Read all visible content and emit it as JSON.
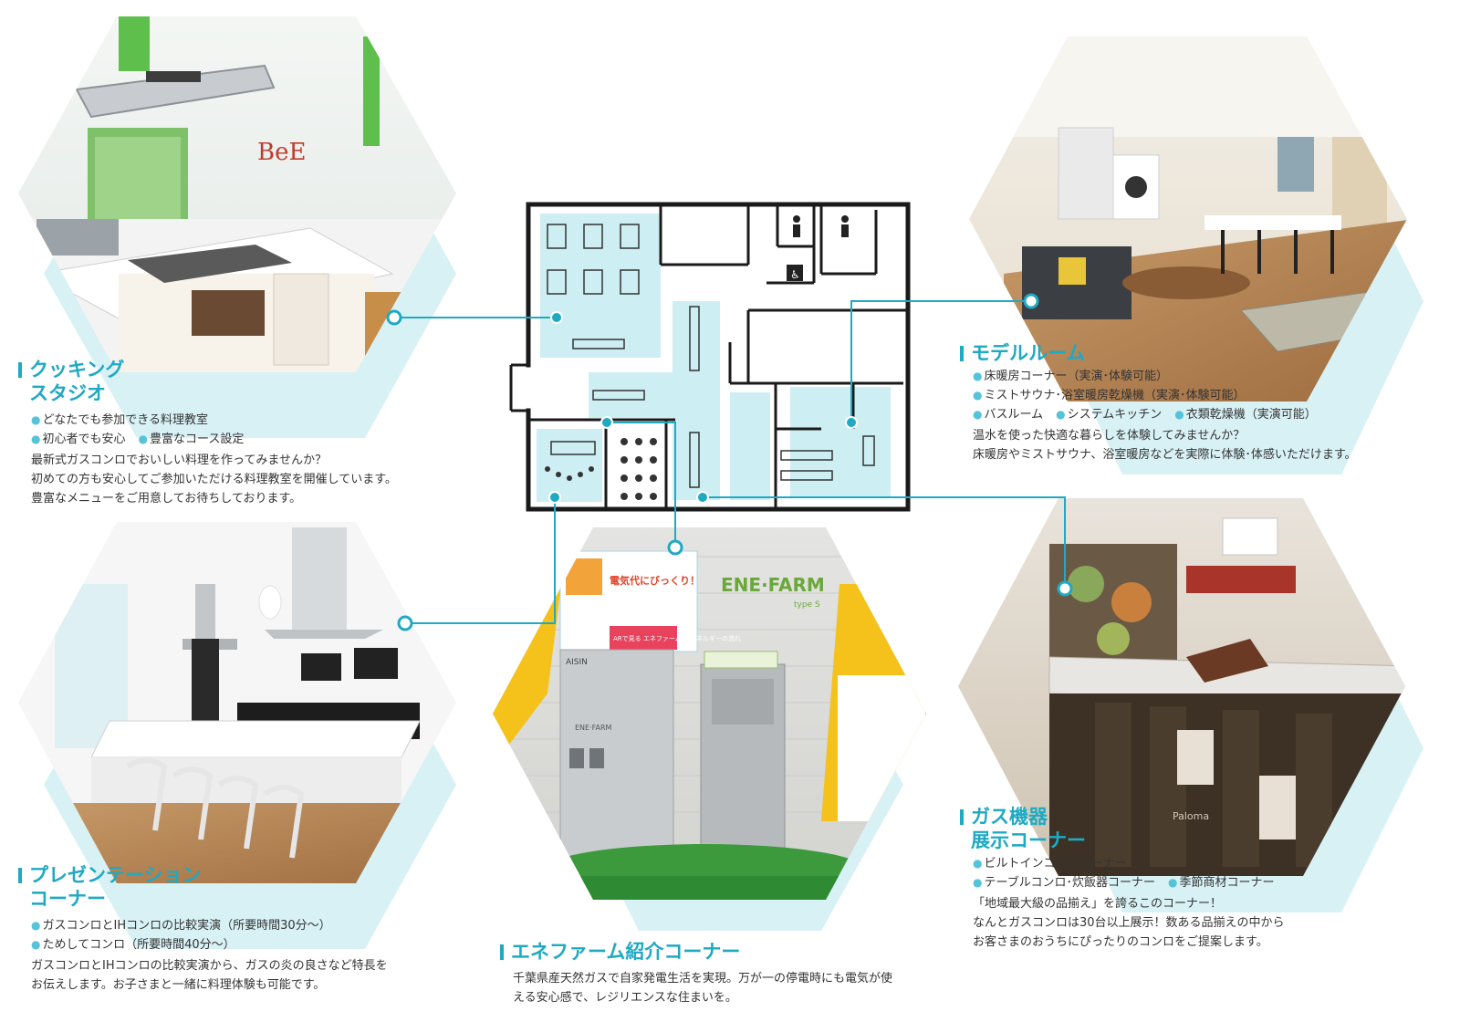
{
  "sections": {
    "cooking": {
      "title_lines": [
        "クッキング",
        "スタジオ"
      ],
      "feature_rows": [
        [
          "どなたでも参加できる料理教室"
        ],
        [
          "初心者でも安心",
          "豊富なコース設定"
        ]
      ],
      "desc_lines": [
        "最新式ガスコンロでおいしい料理を作ってみませんか？",
        "初めての方も安心してご参加いただける料理教室を開催しています。",
        "豊富なメニューをご用意してお待ちしております。"
      ]
    },
    "presentation": {
      "title_lines": [
        "プレゼンテーション",
        "コーナー"
      ],
      "feature_rows": [
        [
          "ガスコンロとIHコンロの比較実演（所要時間30分～）"
        ],
        [
          "ためしてコンロ（所要時間40分～）"
        ]
      ],
      "desc_lines": [
        "ガスコンロとIHコンロの比較実演から、ガスの炎の良さなど特長を",
        "お伝えします。お子さまと一緒に料理体験も可能です。"
      ]
    },
    "enefarm": {
      "title_lines": [
        "エネファーム紹介コーナー"
      ],
      "feature_rows": [],
      "desc_lines": [
        "千葉県産天然ガスで自家発電生活を実現。万が一の停電時にも電気が使",
        "える安心感で、レジリエンスな住まいを。"
      ]
    },
    "model": {
      "title_lines": [
        "モデルルーム"
      ],
      "feature_rows": [
        [
          "床暖房コーナー（実演･体験可能）"
        ],
        [
          "ミストサウナ･浴室暖房乾燥機（実演･体験可能）"
        ],
        [
          "バスルーム",
          "システムキッチン",
          "衣類乾燥機（実演可能）"
        ]
      ],
      "desc_lines": [
        "温水を使った快適な暮らしを体験してみませんか？",
        "床暖房やミストサウナ、浴室暖房などを実際に体験･体感いただけます。"
      ]
    },
    "gas": {
      "title_lines": [
        "ガス機器",
        "展示コーナー"
      ],
      "feature_rows": [
        [
          "ビルトインコンロコーナー"
        ],
        [
          "テーブルコンロ･炊飯器コーナー",
          "季節商材コーナー"
        ]
      ],
      "desc_lines": [
        "「地域最大級の品揃え」を誇るこのコーナー！",
        "なんとガスコンロは30台以上展示！数ある品揃えの中から",
        "お客さまのおうちにぴったりのコンロをご提案します。"
      ]
    }
  },
  "photo_text": {
    "bee_logo": "BeE",
    "enefarm_logo": "ENE·FARM",
    "enefarm_type": "type S",
    "poster_headline": "電気代にびっくり！",
    "ar_panel": "ARで見る エネファームの エネルギーの流れ",
    "aisin": "AISIN",
    "unit_label": "ENE·FARM",
    "paloma": "Paloma"
  },
  "colors": {
    "accent": "#1fa9c2",
    "hex_bg": "#d8f1f5",
    "plan_zone": "#cdeef3"
  }
}
